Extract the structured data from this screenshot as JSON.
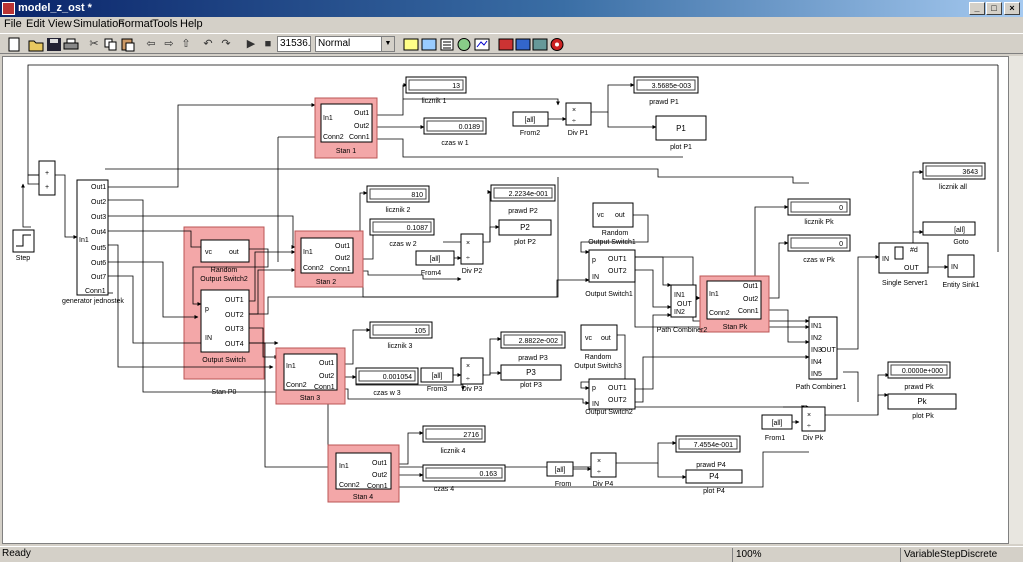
{
  "window": {
    "title": "model_z_ost *"
  },
  "menu": [
    "File",
    "Edit",
    "View",
    "Simulation",
    "Format",
    "Tools",
    "Help"
  ],
  "toolbar": {
    "sim_time": "31536...",
    "sim_mode": "Normal"
  },
  "status": {
    "left": "Ready",
    "zoom": "100%",
    "solver": "VariableStepDiscrete"
  },
  "blocks": {
    "step": {
      "label": "Step"
    },
    "generator": {
      "label": "generator jednostek",
      "in": "In1",
      "outs": [
        "Out1",
        "Out2",
        "Out3",
        "Out4",
        "Out5",
        "Out6",
        "Out7",
        "Conn1"
      ]
    },
    "sum": {
      "s1": "+",
      "s2": "+"
    },
    "stan_p0": {
      "label": "Stan P0"
    },
    "ros2": {
      "label1": "Random",
      "label2": "Output Switch2",
      "vc": "vc",
      "out": "out"
    },
    "os": {
      "label": "Output Switch",
      "p": "p",
      "in": "IN",
      "outs": [
        "OUT1",
        "OUT2",
        "OUT3",
        "OUT4"
      ]
    },
    "stan1": {
      "label": "Stan 1",
      "ports": [
        "In1",
        "Conn2",
        "Out1",
        "Out2",
        "Conn1"
      ]
    },
    "stan2": {
      "label": "Stan 2",
      "ports": [
        "In1",
        "Conn2",
        "Out1",
        "Out2",
        "Conn1"
      ]
    },
    "stan3": {
      "label": "Stan 3",
      "ports": [
        "In1",
        "Conn2",
        "Out1",
        "Out2",
        "Conn1"
      ]
    },
    "stan4": {
      "label": "Stan 4",
      "ports": [
        "In1",
        "Conn2",
        "Out1",
        "Out2",
        "Conn1"
      ]
    },
    "stanpk": {
      "label": "Stan Pk",
      "ports": [
        "In1",
        "Conn2",
        "Out1",
        "Out2",
        "Conn1"
      ]
    },
    "d_l1": {
      "value": "13",
      "label": "licznik 1"
    },
    "d_c1": {
      "value": "0.0189",
      "label": "czas w 1"
    },
    "d_p1": {
      "value": "3.5685e-003",
      "label": "prawd P1"
    },
    "plot_p1": {
      "value": "P1",
      "label": "plot P1"
    },
    "from2": {
      "value": "[all]",
      "label": "From2"
    },
    "div_p1": {
      "label": "Div P1",
      "x": "×",
      "d": "÷"
    },
    "d_l2": {
      "value": "810",
      "label": "licznik 2"
    },
    "d_c2": {
      "value": "0.1087",
      "label": "czas w 2"
    },
    "d_p2": {
      "value": "2.2234e-001",
      "label": "prawd P2"
    },
    "plot_p2": {
      "value": "P2",
      "label": "plot P2"
    },
    "from4": {
      "value": "[all]",
      "label": "From4"
    },
    "div_p2": {
      "label": "Div P2",
      "x": "×",
      "d": "÷"
    },
    "d_l3": {
      "value": "105",
      "label": "licznik 3"
    },
    "d_c3": {
      "value": "0.001054",
      "label": "czas w 3"
    },
    "d_p3": {
      "value": "2.8822e-002",
      "label": "prawd P3"
    },
    "plot_p3": {
      "value": "P3",
      "label": "plot P3"
    },
    "from3": {
      "value": "[all]",
      "label": "From3"
    },
    "div_p3": {
      "label": "Div P3",
      "x": "×",
      "d": "÷"
    },
    "d_l4": {
      "value": "2716",
      "label": "licznik 4"
    },
    "d_c4": {
      "value": "0.163",
      "label": "czas 4"
    },
    "d_p4": {
      "value": "7.4554e-001",
      "label": "prawd P4"
    },
    "plot_p4": {
      "value": "P4",
      "label": "plot P4"
    },
    "from": {
      "value": "[all]",
      "label": "From"
    },
    "div_p4": {
      "label": "Div P4",
      "x": "×",
      "d": "÷"
    },
    "ros1": {
      "label1": "Random",
      "label2": "Output Switch1",
      "vc": "vc",
      "out": "out"
    },
    "os1": {
      "label": "Output Switch1",
      "p": "p",
      "in": "IN",
      "outs": [
        "OUT1",
        "OUT2"
      ]
    },
    "ros3": {
      "label1": "Random",
      "label2": "Output Switch3",
      "vc": "vc",
      "out": "out"
    },
    "os2": {
      "label": "Output Switch2",
      "p": "p",
      "in": "IN",
      "outs": [
        "OUT1",
        "OUT2"
      ]
    },
    "pc2": {
      "label": "Path Combiner2",
      "ins": [
        "IN1",
        "IN2"
      ],
      "out": "OUT"
    },
    "pc1": {
      "label": "Path Combiner1",
      "ins": [
        "IN1",
        "IN2",
        "IN3",
        "IN4",
        "IN5"
      ],
      "out": "OUT"
    },
    "d_lpk": {
      "value": "0",
      "label": "licznik Pk"
    },
    "d_cpk": {
      "value": "0",
      "label": "czas w Pk"
    },
    "d_ppk": {
      "value": "0.0000e+000",
      "label": "prawd Pk"
    },
    "plot_pk": {
      "value": "Pk",
      "label": "plot Pk"
    },
    "from1": {
      "value": "[all]",
      "label": "From1"
    },
    "div_pk": {
      "label": "Div Pk",
      "x": "×",
      "d": "÷"
    },
    "ss1": {
      "label": "Single Server1",
      "in": "IN",
      "d": "#d",
      "out": "OUT"
    },
    "d_lall": {
      "value": "3643",
      "label": "licznik all"
    },
    "goto": {
      "value": "[all]",
      "label": "Goto"
    },
    "sink": {
      "label": "Entity Sink1",
      "in": "IN"
    }
  }
}
